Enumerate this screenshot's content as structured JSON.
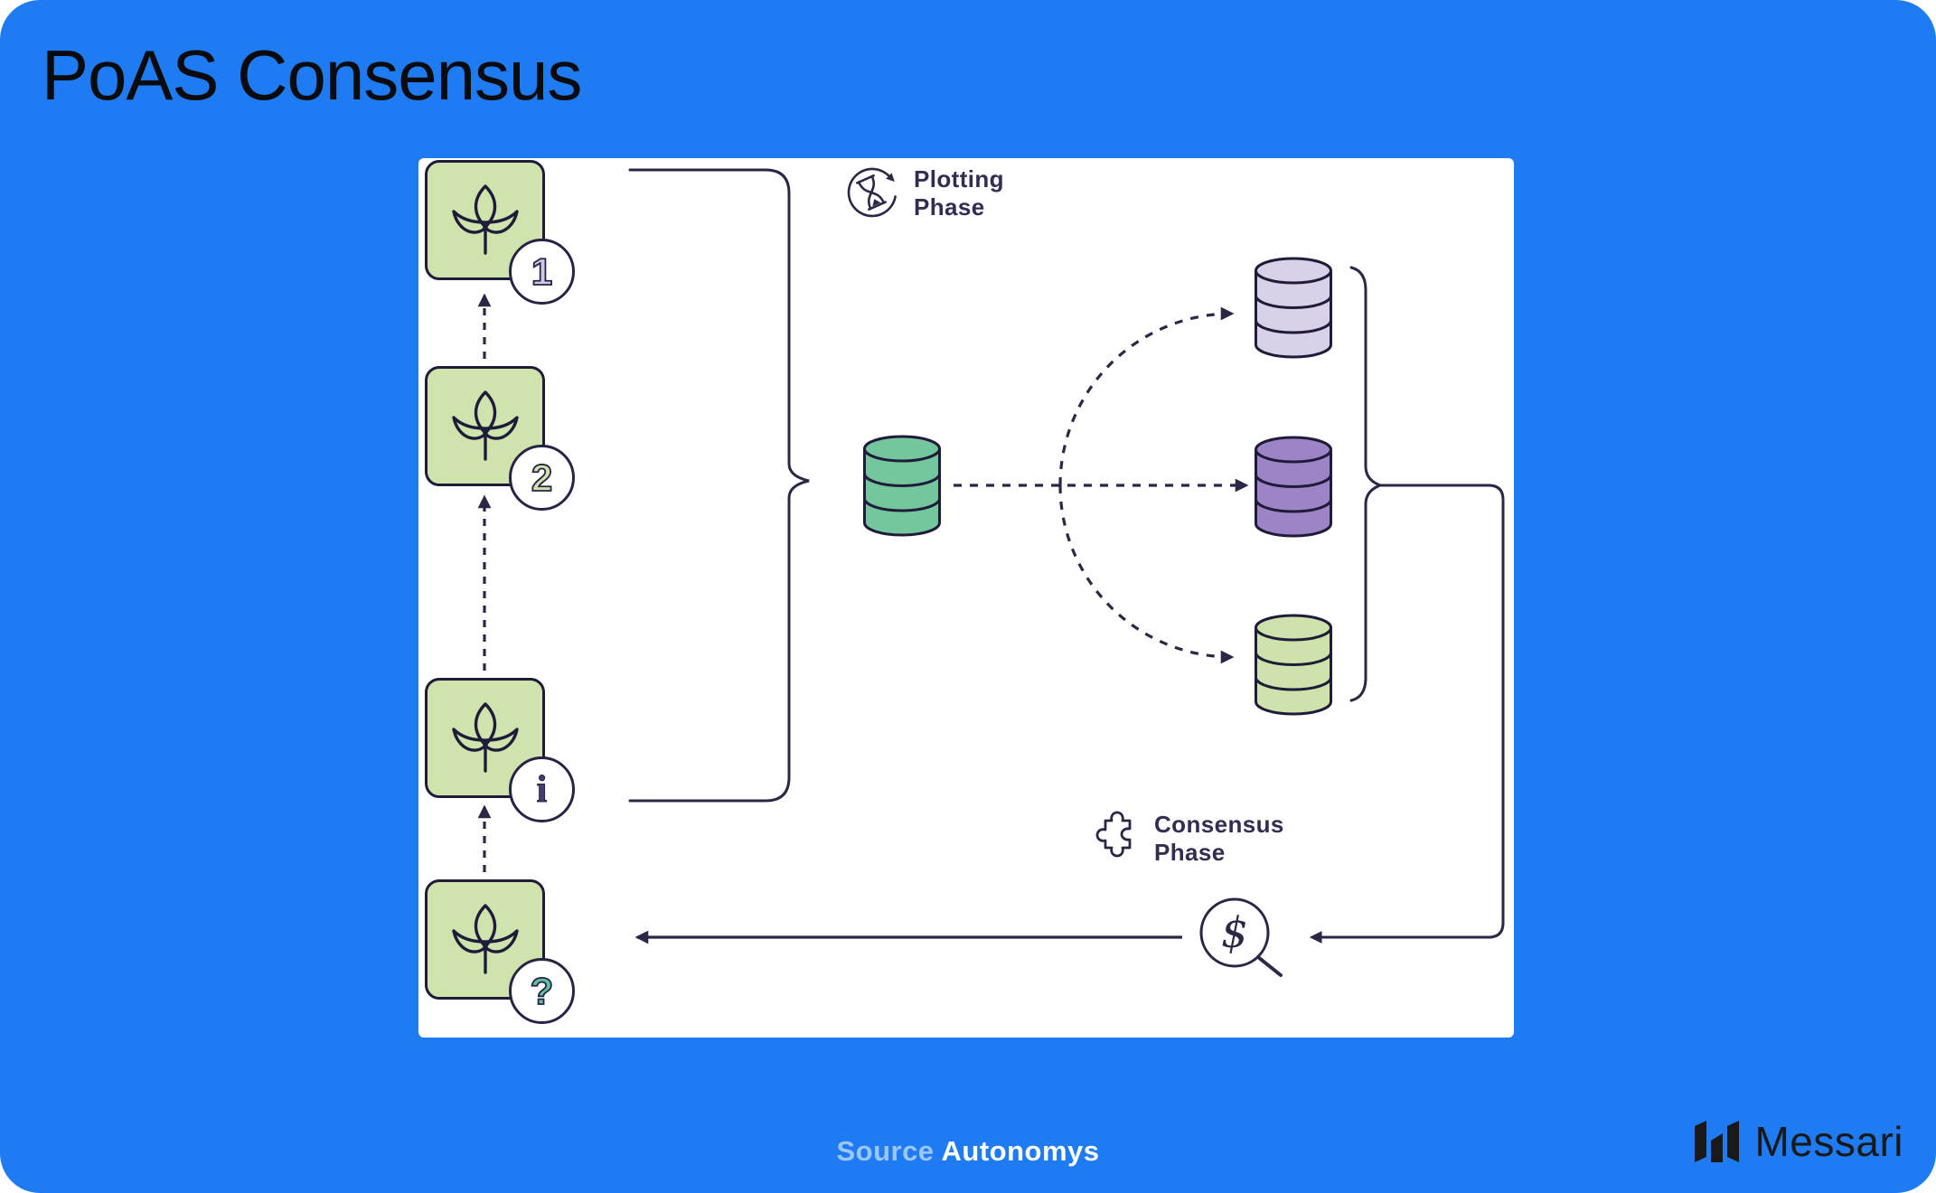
{
  "title": "PoAS Consensus",
  "diagram": {
    "blocks": [
      {
        "badge": "1"
      },
      {
        "badge": "2"
      },
      {
        "badge": "i"
      },
      {
        "badge": "?"
      }
    ],
    "plotting_phase": {
      "line1": "Plotting",
      "line2": "Phase"
    },
    "consensus_phase": {
      "line1": "Consensus",
      "line2": "Phase"
    },
    "reward_symbol": "$",
    "icons": {
      "block": "seedling-icon",
      "plotting": "hourglass-cycle-icon",
      "consensus": "puzzle-piece-icon",
      "reward": "dollar-magnifier-icon",
      "storage": "database-icon"
    }
  },
  "footer": {
    "source_label": "Source",
    "source_name": "Autonomys"
  },
  "brand": {
    "wordmark": "Messari"
  },
  "colors": {
    "background": "#1E7BF2",
    "panel": "#FFFFFF",
    "ink": "#2B2845",
    "title": "#0B0B0B",
    "block_fill": "#CFE3AD",
    "badge_1_fill": "#CFC9E6",
    "badge_2_fill": "#CDE3AB",
    "badge_i_fill": "#433D6E",
    "badge_question_fill": "#5EC0A5",
    "db_farmer": "#74C79C",
    "db_plot_top": "#D8D1E8",
    "db_plot_middle": "#9C84C6",
    "db_plot_bottom": "#CDE3AB",
    "source_label": "#9DC6F8",
    "source_name": "#FFFFFF",
    "brand_ink": "#191919"
  }
}
